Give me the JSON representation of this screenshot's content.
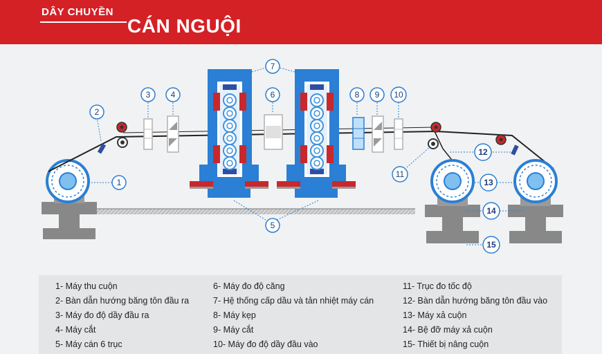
{
  "header": {
    "subtitle": "DÂY CHUYỀN",
    "title": "CÁN NGUỘI",
    "color": "#d42126"
  },
  "colors": {
    "accent_blue": "#2b7fd4",
    "label_blue": "#1d3c78",
    "roller_red": "#c8282c",
    "steel_gray": "#8d8d8d"
  },
  "callouts": {
    "c1": "1",
    "c2": "2",
    "c3": "3",
    "c4": "4",
    "c5": "5",
    "c6": "6",
    "c7": "7",
    "c8": "8",
    "c9": "9",
    "c10": "10",
    "c11": "11",
    "c12": "12",
    "c13": "13",
    "c14": "14",
    "c15": "15"
  },
  "legend": {
    "col1": [
      "1-  Máy thu cuộn",
      "2- Bàn dẫn hướng băng tôn đầu ra",
      "3- Máy đo độ dầy đầu ra",
      "4- Máy cắt",
      "5- Máy cán 6 trục"
    ],
    "col2": [
      "6- Máy đo độ căng",
      "7- Hệ thống cấp dầu và tản nhiệt máy cán",
      "8- Máy kẹp",
      "9- Máy cắt",
      "10- Máy đo độ dầy đầu vào"
    ],
    "col3": [
      "11- Trục đo tốc độ",
      "12- Bàn dẫn hướng băng tôn đầu vào",
      "13- Máy xả cuộn",
      "14- Bệ đỡ máy xả cuộn",
      "15- Thiết bị nâng cuộn"
    ]
  }
}
